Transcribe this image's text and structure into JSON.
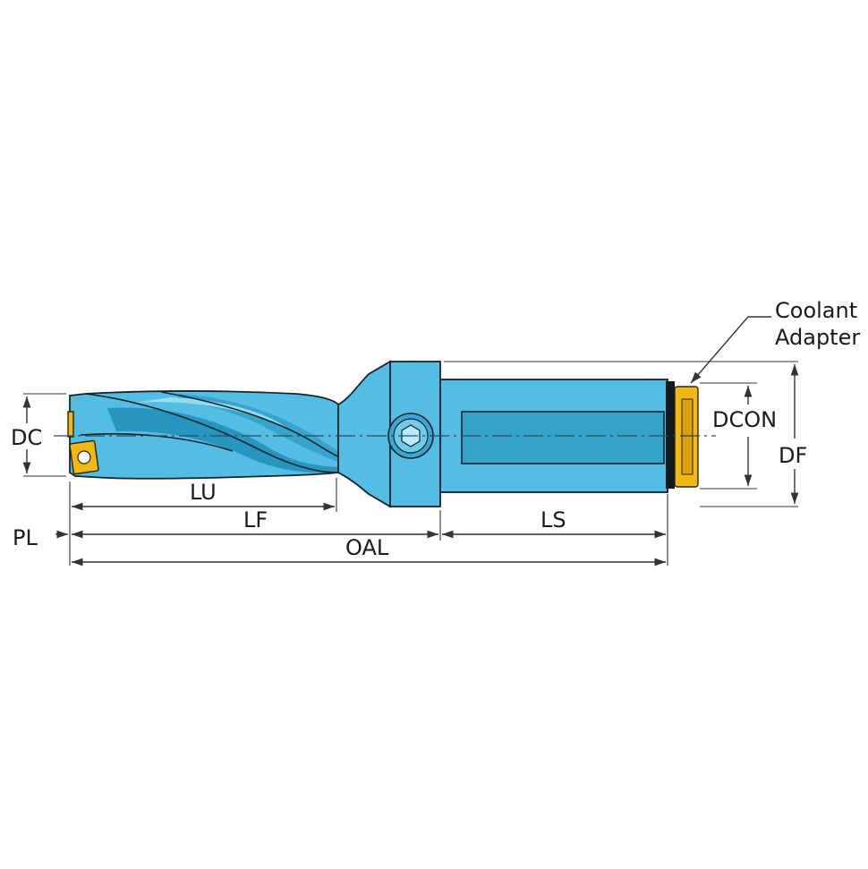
{
  "diagram": {
    "labels": {
      "dc": "DC",
      "lu": "LU",
      "lf": "LF",
      "pl": "PL",
      "oal": "OAL",
      "ls": "LS",
      "dcon": "DCON",
      "df": "DF",
      "coolant_line1": "Coolant",
      "coolant_line2": "Adapter"
    },
    "colors": {
      "tool_body": "#54bde3",
      "tool_shadow": "#1f8fb8",
      "insert": "#f2b813",
      "adapter": "#f2b813",
      "lines": "#333333"
    },
    "parts": [
      "tool-body",
      "cutting-insert",
      "coolant-adapter",
      "hex-screw"
    ]
  }
}
